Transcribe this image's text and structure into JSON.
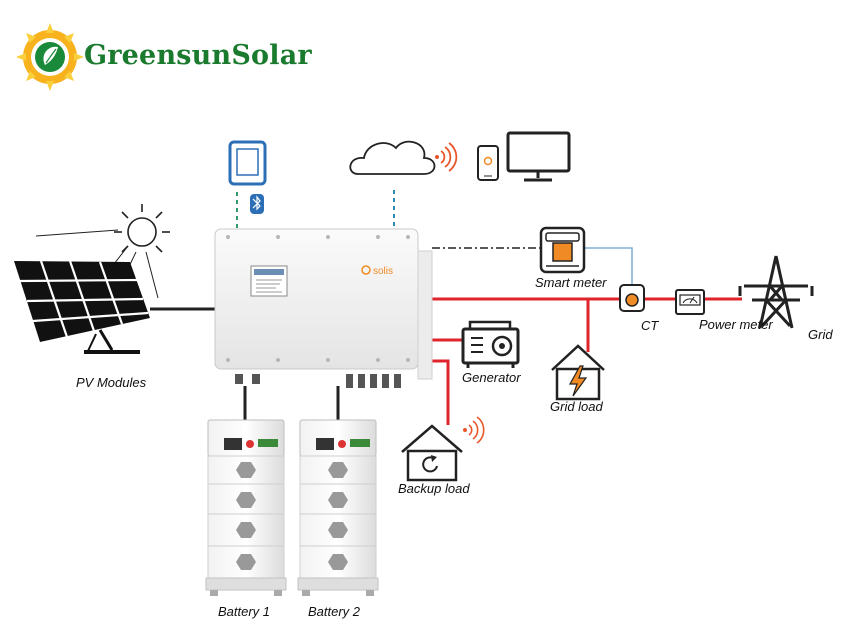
{
  "brand": {
    "name": "GreensunSolar"
  },
  "inverter": {
    "brand_label": "solis"
  },
  "labels": {
    "pv_modules": "PV Modules",
    "smart_meter": "Smart meter",
    "ct": "CT",
    "power_meter": "Power meter",
    "grid": "Grid",
    "generator": "Generator",
    "grid_load": "Grid load",
    "backup_load": "Backup load",
    "battery_1": "Battery 1",
    "battery_2": "Battery 2"
  },
  "icons": [
    "sun-icon",
    "solar-panel-icon",
    "tablet-icon",
    "bluetooth-icon",
    "cloud-icon",
    "wifi-icon",
    "phone-icon",
    "monitor-icon",
    "smart-meter-icon",
    "ct-icon",
    "power-meter-icon",
    "grid-tower-icon",
    "generator-icon",
    "grid-load-house-icon",
    "backup-load-house-icon",
    "battery-stack-icon"
  ],
  "colors": {
    "brand_green": "#1a7a2e",
    "ac_line": "#e0242b",
    "dc_line": "#222222",
    "comm_line": "#2e9a6a",
    "wifi": "#e8562a",
    "accent_orange": "#f08a24",
    "tablet_blue": "#2d6fb7"
  }
}
